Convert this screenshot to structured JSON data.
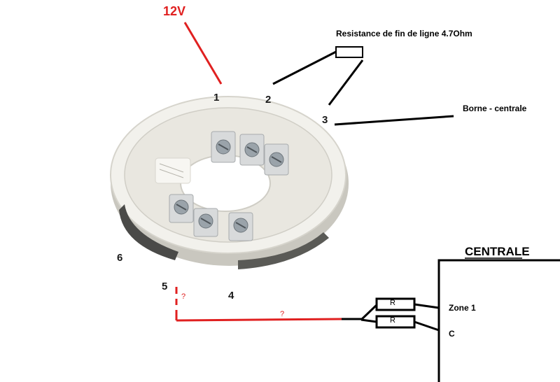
{
  "labels": {
    "voltage": "12V",
    "resistor_note": "Resistance de fin de ligne 4.7Ohm",
    "borne": "Borne - centrale",
    "centrale_title": "CENTRALE",
    "zone1": "Zone 1",
    "common": "C",
    "question_vertical": "?",
    "question_horizontal": "?"
  },
  "terminals": [
    "1",
    "2",
    "3",
    "4",
    "5",
    "6"
  ],
  "resistors": [
    "R",
    "R"
  ],
  "colors": {
    "wire_red": "#e02020",
    "wire_black": "#000000",
    "base_body": "#f2f1ec",
    "base_shadow": "#c9c7bf",
    "screw": "#9aa3aa"
  }
}
